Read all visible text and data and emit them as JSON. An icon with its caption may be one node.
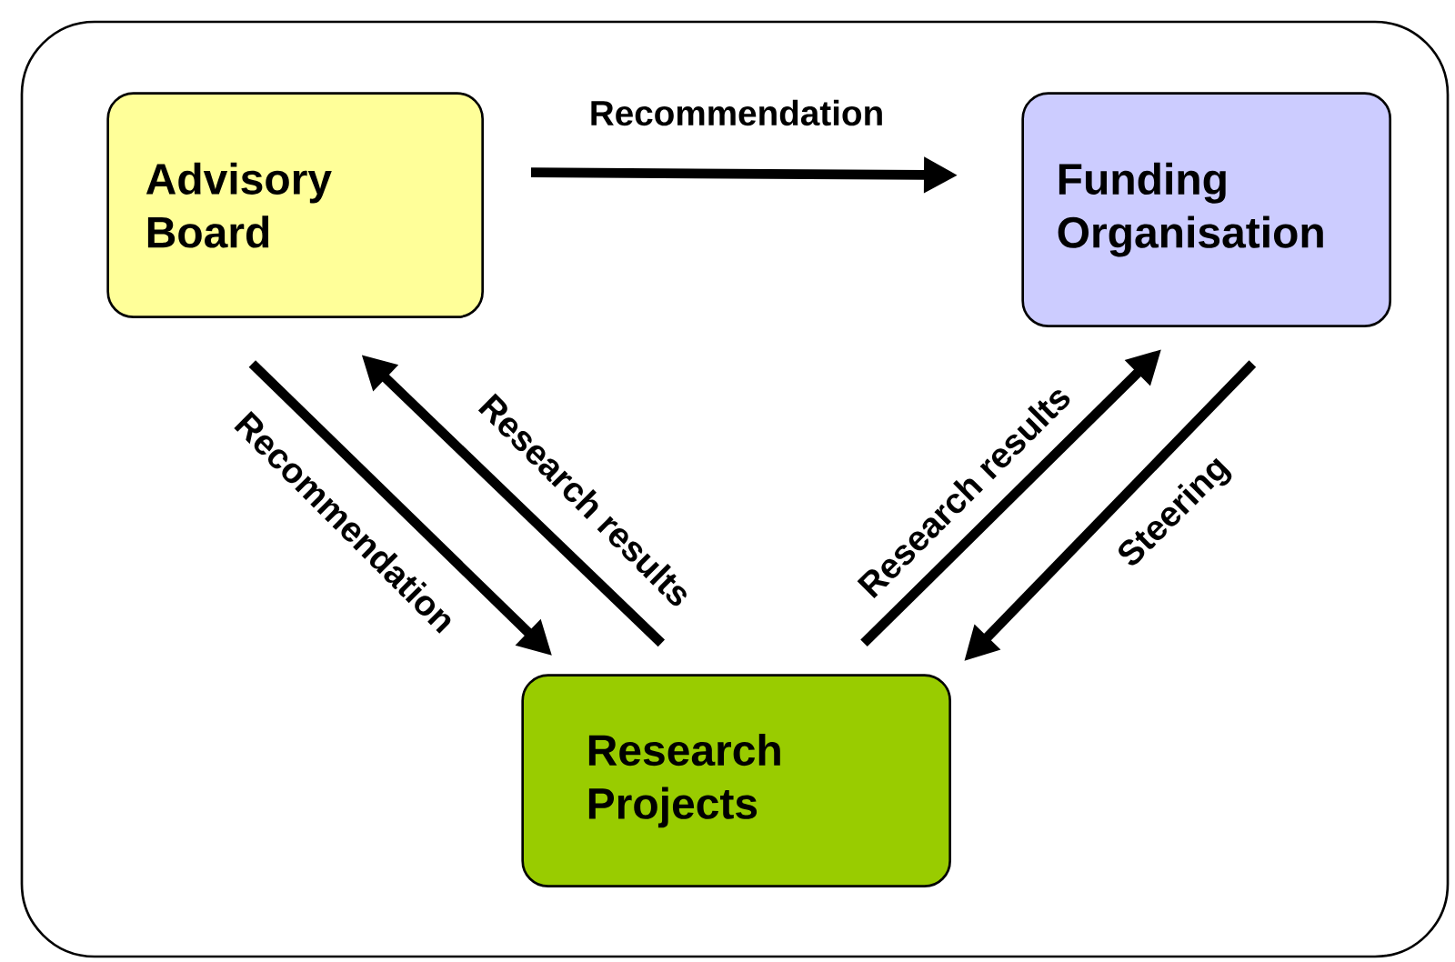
{
  "diagram": {
    "nodes": [
      {
        "text": [],
        "shape": "box"
      },
      {
        "text": [
          "Advisory Board"
        ],
        "in": 0
      },
      {
        "text": [
          "Funding Organisation"
        ],
        "in": 0
      },
      {
        "text": [
          "Research Projects"
        ],
        "in": 0
      }
    ],
    "edges": [
      {
        "from": 1,
        "to": 2,
        "arrow": "to",
        "label": "Recommendation"
      },
      {
        "from": 1,
        "to": 3,
        "arrow": "to",
        "label": "Recommendation"
      },
      {
        "from": 3,
        "to": 1,
        "arrow": "to",
        "label": "Research results"
      },
      {
        "from": 3,
        "to": 2,
        "arrow": "to",
        "label": "Research results"
      },
      {
        "from": 2,
        "to": 3,
        "arrow": "to",
        "label": "Steering"
      }
    ]
  }
}
